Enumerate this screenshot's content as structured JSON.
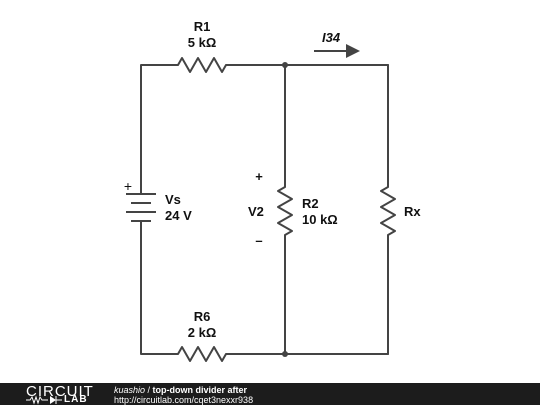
{
  "diagram": {
    "r1": {
      "name": "R1",
      "value": "5 kΩ"
    },
    "r2": {
      "name": "R2",
      "value": "10 kΩ"
    },
    "r6": {
      "name": "R6",
      "value": "2 kΩ"
    },
    "rx": {
      "name": "Rx"
    },
    "vs": {
      "name": "Vs",
      "value": "24 V",
      "plus_sign": "+"
    },
    "current": {
      "name": "I34"
    },
    "voltage": {
      "name": "V2",
      "plus_sign": "+",
      "minus_sign": "–"
    }
  },
  "footer": {
    "logo_top": "CIRCUIT",
    "logo_bottom": "LAB",
    "user": "kuashio",
    "separator": " / ",
    "title": "top-down divider after",
    "url": "http://circuitlab.com/cqet3nexxr938"
  }
}
